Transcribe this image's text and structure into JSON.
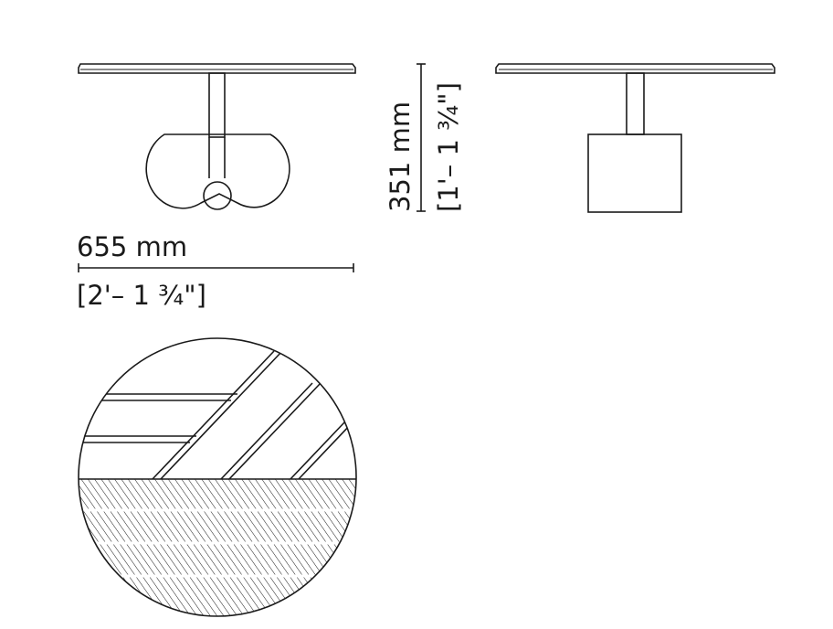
{
  "dimensions": {
    "width_metric": "655 mm",
    "width_imperial": "[2'– 1 ¾\"]",
    "height_metric": "351 mm",
    "height_imperial": "[1'– 1 ¾\"]"
  },
  "colors": {
    "line": "#1a1a1a",
    "background": "#ffffff"
  }
}
